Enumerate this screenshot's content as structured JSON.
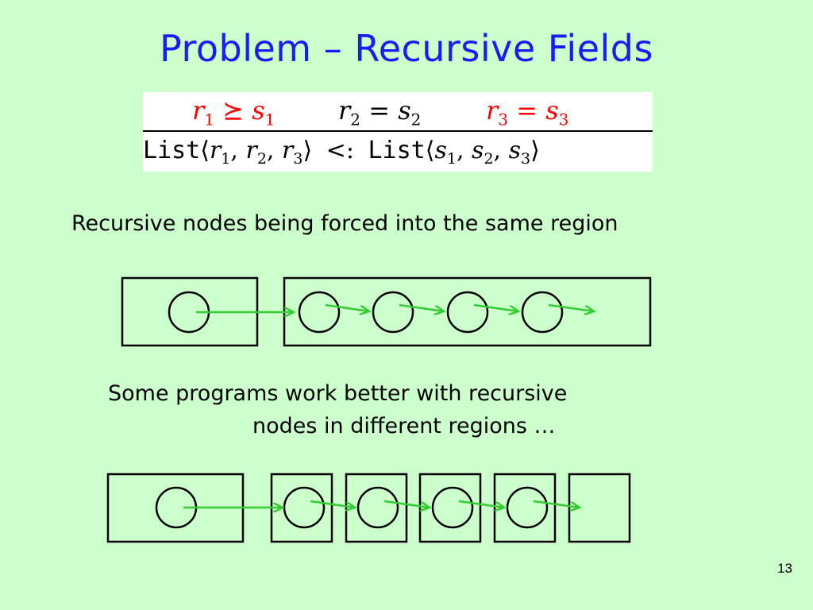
{
  "slide": {
    "title": "Problem – Recursive Fields",
    "page_number": "13"
  },
  "formula": {
    "premises": [
      {
        "left": "r",
        "left_sub": "1",
        "op": "⪰",
        "right": "s",
        "right_sub": "1",
        "color": "#ff0000"
      },
      {
        "left": "r",
        "left_sub": "2",
        "op": "=",
        "right": "s",
        "right_sub": "2",
        "color": "#000000"
      },
      {
        "left": "r",
        "left_sub": "3",
        "op": "=",
        "right": "s",
        "right_sub": "3",
        "color": "#ff0000"
      }
    ],
    "conclusion": {
      "left_type": "List",
      "left_args": [
        "r",
        "r",
        "r"
      ],
      "left_subs": [
        "1",
        "2",
        "3"
      ],
      "relation": "<:",
      "right_type": "List",
      "right_args": [
        "s",
        "s",
        "s"
      ],
      "right_subs": [
        "1",
        "2",
        "3"
      ]
    }
  },
  "captions": {
    "same_region": "Recursive nodes being forced into the same region",
    "different_regions_line1": "Some programs work better with recursive",
    "different_regions_line2": "nodes in different regions …"
  },
  "colors": {
    "background": "#ccffcc",
    "title": "#1a1aff",
    "arrow": "#33cc33",
    "highlight": "#ff0000"
  }
}
